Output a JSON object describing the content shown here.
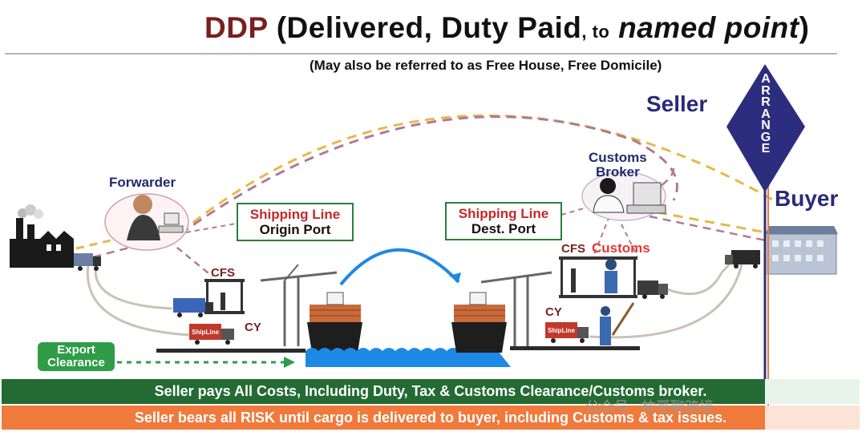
{
  "title": {
    "ddp": "DDP",
    "main": "(Delivered, Duty Paid",
    "comma_to": ", to",
    "named": "named point",
    "close": ")"
  },
  "subtitle": "(May also be referred to as Free House, Free Domicile)",
  "parties": {
    "seller": "Seller",
    "buyer": "Buyer",
    "arrange_letters": [
      "A",
      "R",
      "R",
      "A",
      "N",
      "G",
      "E"
    ]
  },
  "actors": {
    "forwarder": "Forwarder",
    "customs_broker_1": "Customs",
    "customs_broker_2": "Broker"
  },
  "boxes": {
    "origin": {
      "line1": "Shipping Line",
      "line2": "Origin Port"
    },
    "dest": {
      "line1": "Shipping Line",
      "line2": "Dest. Port"
    }
  },
  "labels": {
    "cfs_origin": "CFS",
    "cy_origin": "CY",
    "cfs_dest": "CFS",
    "customs": "Customs",
    "cy_dest": "CY",
    "truck_brand": "ShipLine"
  },
  "export": {
    "line1": "Export",
    "line2": "Clearance"
  },
  "banners": {
    "costs": "Seller pays All Costs, Including Duty, Tax & Customs Clearance/Customs broker.",
    "risk": "Seller bears all RISK until cargo is delivered to buyer, including Customs & tax issues."
  },
  "watermark": "公众号 · 枕哥聊跨境",
  "colors": {
    "title_accent": "#7a1f1f",
    "party_blue": "#2a2a7a",
    "box_border": "#2e7d3a",
    "banner_green": "#236b33",
    "banner_orange": "#ef7a3c",
    "export_green": "#2e9d46",
    "arrange_diamond": "#2d2d7f",
    "water": "#1e88e5"
  }
}
